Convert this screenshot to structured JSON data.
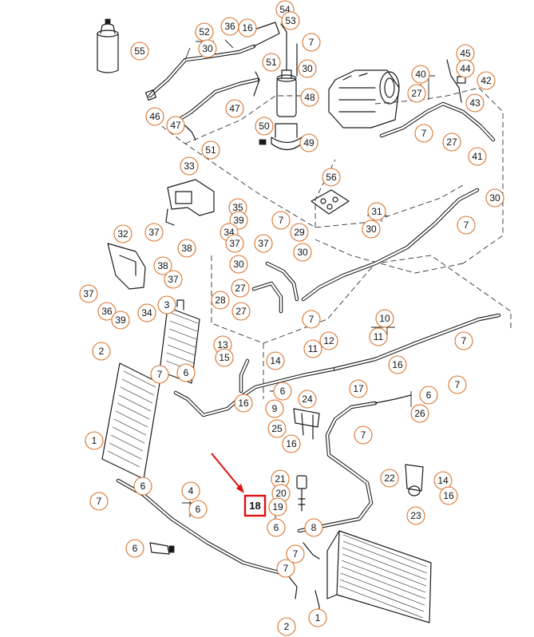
{
  "diagram": {
    "highlighted_label": "18",
    "highlight_color": "#e01010",
    "callout_color": "#d9722a",
    "line_color": "#1a1a1a",
    "callouts": [
      "54",
      "53",
      "52",
      "36",
      "16",
      "7",
      "55",
      "30",
      "51",
      "30",
      "48",
      "47",
      "46",
      "47",
      "50",
      "51",
      "49",
      "45",
      "44",
      "40",
      "42",
      "27",
      "43",
      "7",
      "27",
      "41",
      "56",
      "30",
      "33",
      "35",
      "39",
      "37",
      "38",
      "34",
      "37",
      "7",
      "32",
      "37",
      "29",
      "30",
      "31",
      "30",
      "7",
      "30",
      "38",
      "27",
      "37",
      "28",
      "37",
      "36",
      "39",
      "34",
      "27",
      "3",
      "7",
      "10",
      "11",
      "2",
      "13",
      "15",
      "14",
      "11",
      "12",
      "7",
      "16",
      "7",
      "6",
      "16",
      "17",
      "6",
      "9",
      "24",
      "6",
      "25",
      "26",
      "16",
      "7",
      "7",
      "1",
      "6",
      "21",
      "22",
      "14",
      "20",
      "16",
      "7",
      "4",
      "19",
      "23",
      "6",
      "6",
      "8",
      "6",
      "7",
      "7",
      "2",
      "1"
    ]
  }
}
